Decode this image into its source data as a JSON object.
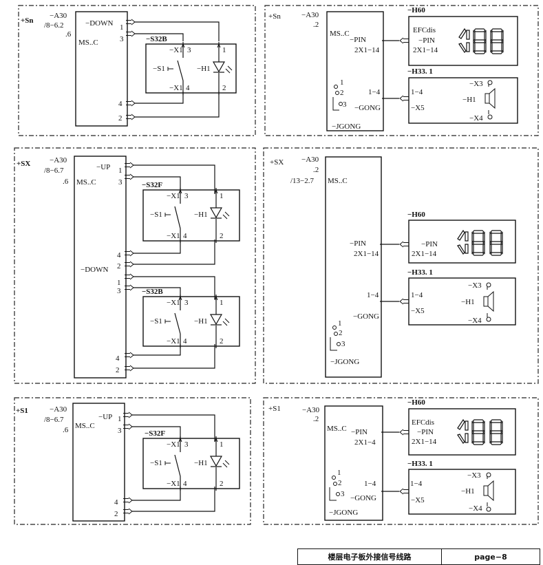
{
  "panels": {
    "p1": {
      "loc": "+Sn",
      "dev": "−A30",
      "ref": "/8−6.2",
      "pin": ".6",
      "block": "MS..C",
      "sig_top": "−DOWN",
      "p_a": "1",
      "p_b": "3",
      "p_c": "4",
      "p_d": "2",
      "switch": "−S32B"
    },
    "p2": {
      "loc": "+Sn",
      "dev": "−A30",
      "pin": ".2",
      "block": "MS..C",
      "pin_sig": "−PIN",
      "pin_term": "2X1−14",
      "disp_dev": "−H60",
      "disp_name": "EFCdis",
      "disp_pin": "−PIN",
      "disp_term": "2X1−14",
      "gong_dev": "−H33. 1",
      "wire_a": "1−4",
      "wire_b": "1−4",
      "gong_sig": "−GONG",
      "x5": "−X5",
      "x3": "−X3",
      "x4": "−X4",
      "h1": "−H1",
      "gong_label": "−JGONG",
      "c1": "1",
      "c2": "2",
      "c3": "3"
    },
    "p3": {
      "loc": "+SX",
      "dev": "−A30",
      "ref": "/8−6.7",
      "pin": ".6",
      "block": "MS..C",
      "sig_up": "−UP",
      "sig_down": "−DOWN",
      "p_a": "1",
      "p_b": "3",
      "p_c": "4",
      "p_d": "2",
      "p_e": "1",
      "p_f": "3",
      "p_g": "4",
      "p_h": "2",
      "switch_a": "−S32F",
      "switch_b": "−S32B"
    },
    "p4": {
      "loc": "+SX",
      "dev": "−A30",
      "pin": ".2",
      "ref": "/13−2.7",
      "block": "MS..C",
      "pin_sig": "−PIN",
      "pin_term": "2X1−14",
      "disp_dev": "−H60",
      "disp_pin": "−PIN",
      "disp_term": "2X1−14",
      "gong_dev": "−H33. 1",
      "wire_a": "1−4",
      "wire_b": "1−4",
      "gong_sig": "−GONG",
      "x5": "−X5",
      "x3": "−X3",
      "x4": "−X4",
      "h1": "−H1",
      "gong_label": "−JGONG",
      "c1": "1",
      "c2": "2",
      "c3": "3"
    },
    "p5": {
      "loc": "+S1",
      "dev": "−A30",
      "ref": "/8−6.7",
      "pin": ".6",
      "block": "MS..C",
      "sig_up": "−UP",
      "p_a": "1",
      "p_b": "3",
      "p_c": "4",
      "p_d": "2",
      "switch": "−S32F"
    },
    "p6": {
      "loc": "+S1",
      "dev": "−A30",
      "pin": ".2",
      "block": "MS..C",
      "pin_sig": "−PIN",
      "pin_term": "2X1−4",
      "disp_dev": "−H60",
      "disp_name": "EFCdis",
      "disp_pin": "−PIN",
      "disp_term": "2X1−14",
      "gong_dev": "−H33. 1",
      "wire_a": "1−4",
      "wire_b": "1−4",
      "gong_sig": "−GONG",
      "x5": "−X5",
      "x3": "−X3",
      "x4": "−X4",
      "h1": "−H1",
      "gong_label": "−JGONG",
      "c1": "1",
      "c2": "2",
      "c3": "3"
    }
  },
  "switch_unit": {
    "x1_top": "−X1",
    "x1_bot": "−X1",
    "t3": "3",
    "t4": "4",
    "s1": "−S1",
    "h1": "−H1",
    "t1": "1",
    "t2": "2"
  },
  "footer": {
    "title": "楼层电子板外接信号线路",
    "page": "page−8"
  }
}
